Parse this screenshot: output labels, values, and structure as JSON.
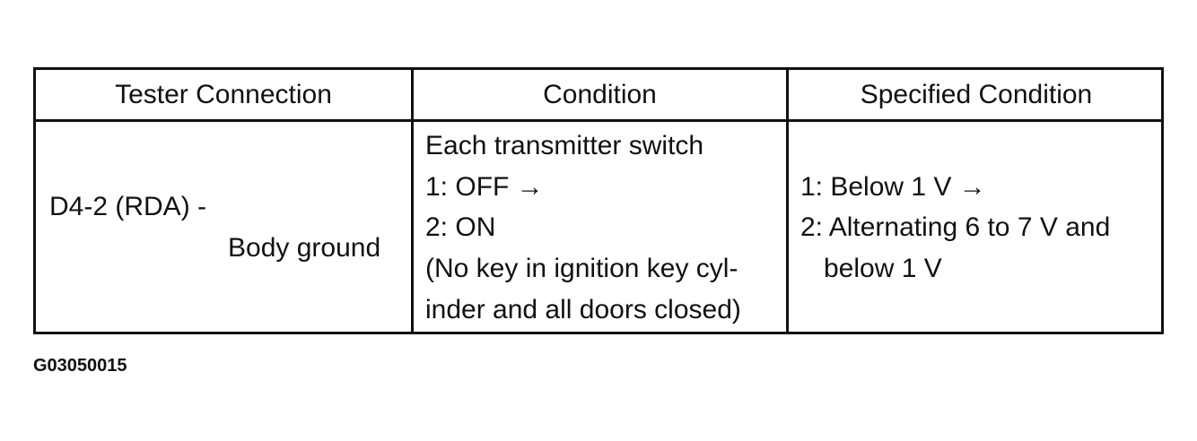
{
  "table": {
    "headers": [
      "Tester Connection",
      "Condition",
      "Specified Condition"
    ],
    "rows": [
      {
        "tester_connection": {
          "line1": "D4-2 (RDA) -",
          "line2": "Body ground"
        },
        "condition": [
          "Each transmitter switch",
          "1: OFF →",
          "2: ON",
          "(No key in ignition key cyl-",
          "inder and all doors closed)"
        ],
        "specified_condition": [
          "1: Below 1 V →",
          "2: Alternating 6 to 7 V and",
          "below 1 V"
        ]
      }
    ]
  },
  "figure_id": "G03050015"
}
